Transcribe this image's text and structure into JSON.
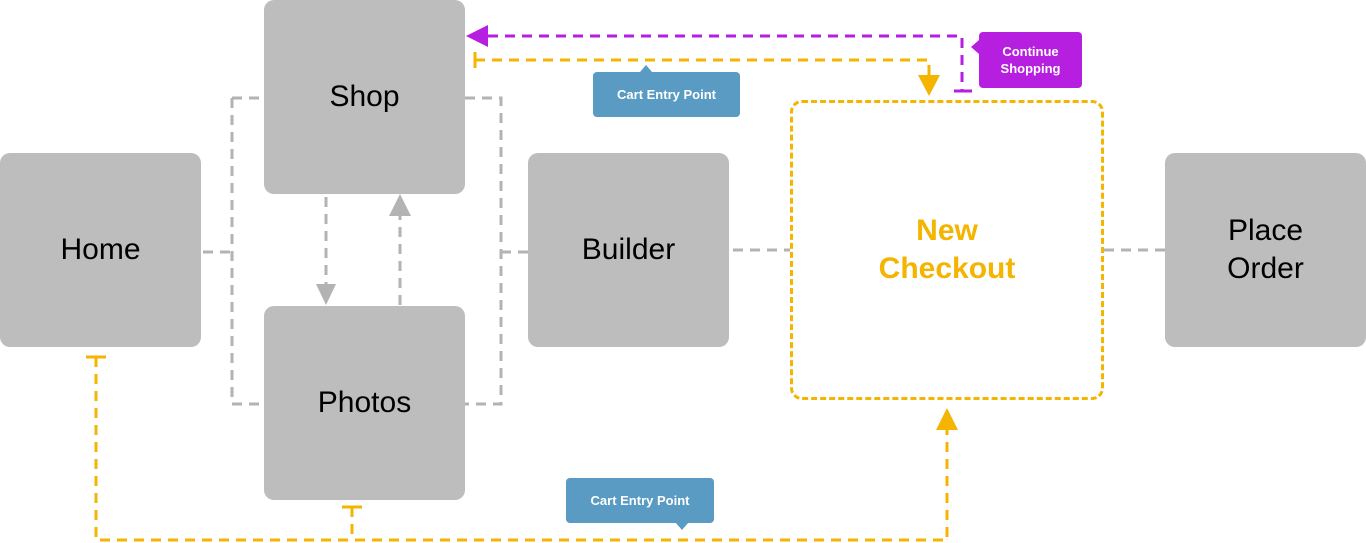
{
  "nodes": {
    "home": "Home",
    "shop": "Shop",
    "photos": "Photos",
    "builder": "Builder",
    "checkout": "New\nCheckout",
    "place_order": "Place\nOrder"
  },
  "callouts": {
    "cart_entry_top": "Cart Entry Point",
    "cart_entry_bottom": "Cart Entry Point",
    "continue_shopping": "Continue\nShopping"
  },
  "colors": {
    "node_fill": "#bdbdbd",
    "connector_gray": "#b3b3b3",
    "checkout_orange": "#f4b400",
    "callout_blue": "#5a9bc3",
    "continue_purple": "#b61fe0"
  }
}
